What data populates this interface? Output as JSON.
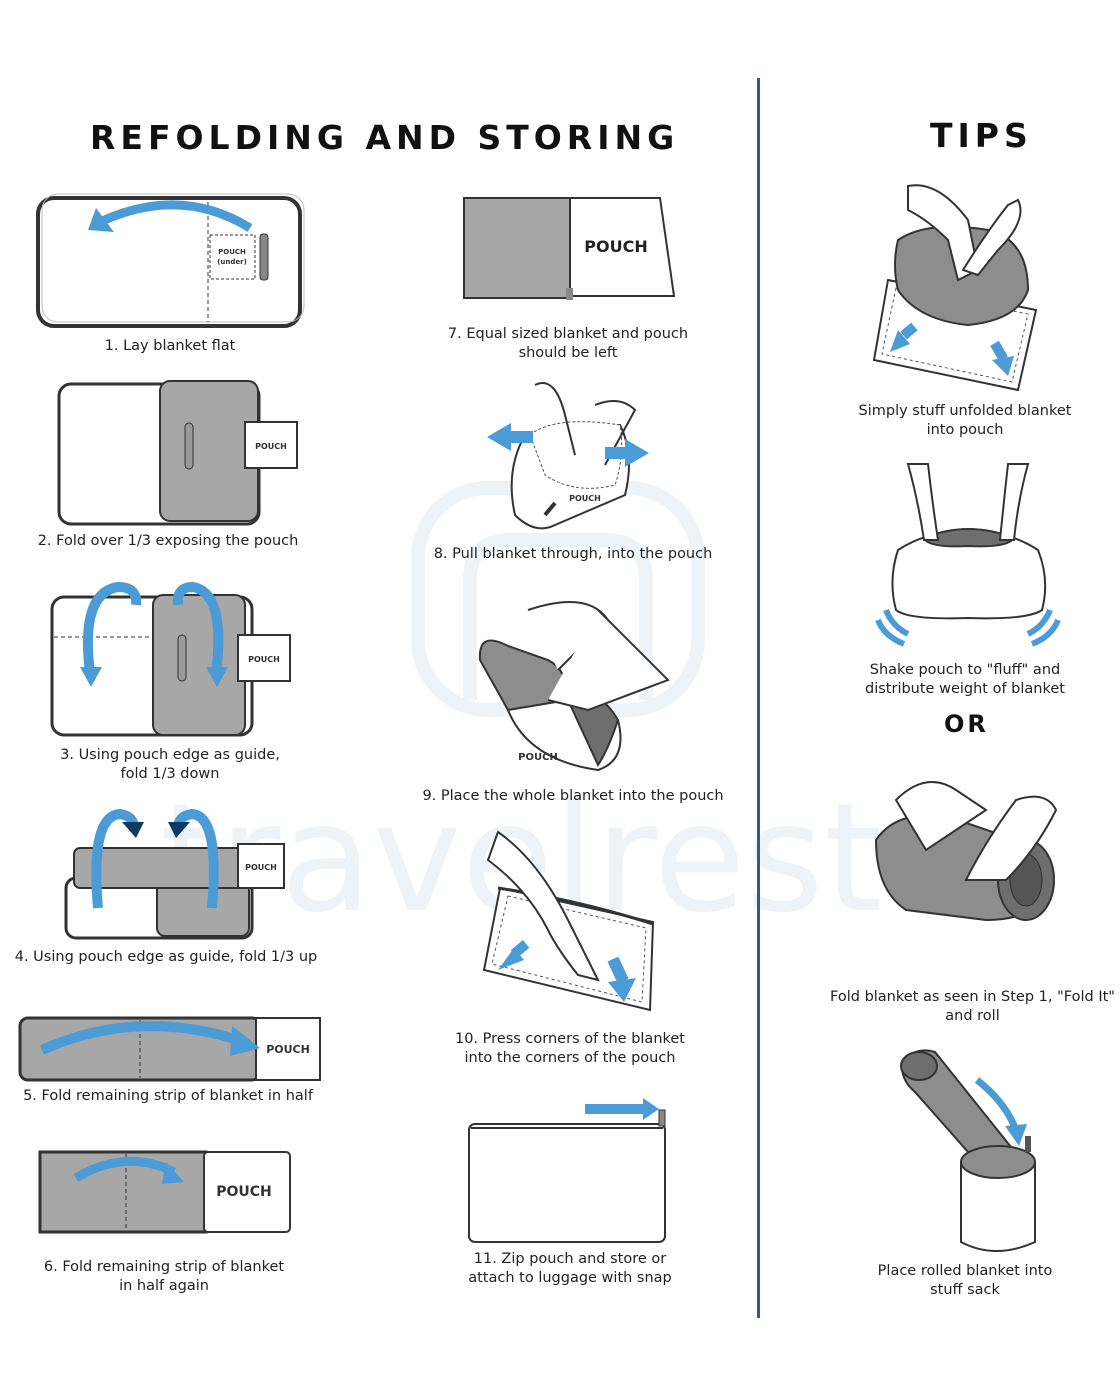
{
  "headings": {
    "main": "REFOLDING AND STORING",
    "tips": "TIPS",
    "or": "OR"
  },
  "watermark": "travelrest",
  "pouch_labels": {
    "pouch": "POUCH",
    "pouch_under_line1": "POUCH",
    "pouch_under_line2": "(under)"
  },
  "colors": {
    "accent_blue": "#4b9bd6",
    "divider_blue": "#2f5a8d",
    "blanket_gray": "#a7a7a7",
    "outline": "#333333"
  },
  "steps": [
    {
      "label": "1. Lay blanket flat"
    },
    {
      "label": "2. Fold over 1/3 exposing the pouch"
    },
    {
      "label": "3. Using pouch edge as guide,\nfold 1/3 down"
    },
    {
      "label": "4. Using pouch edge as guide, fold 1/3 up"
    },
    {
      "label": "5. Fold remaining strip of blanket in half"
    },
    {
      "label": "6. Fold remaining strip of blanket\nin half again"
    },
    {
      "label": "7. Equal sized blanket and pouch\nshould be left"
    },
    {
      "label": "8. Pull blanket through, into the pouch"
    },
    {
      "label": "9. Place the whole blanket into the pouch"
    },
    {
      "label": "10. Press corners of the blanket\ninto the corners of the pouch"
    },
    {
      "label": "11. Zip pouch and store or\nattach to luggage with snap"
    }
  ],
  "tips": [
    {
      "label": "Simply stuff unfolded blanket\ninto pouch"
    },
    {
      "label": "Shake pouch to \"fluff\" and\ndistribute weight of blanket"
    },
    {
      "label": "Fold blanket as seen in Step 1, \"Fold It\"\nand roll"
    },
    {
      "label": "Place rolled blanket into\nstuff sack"
    }
  ]
}
